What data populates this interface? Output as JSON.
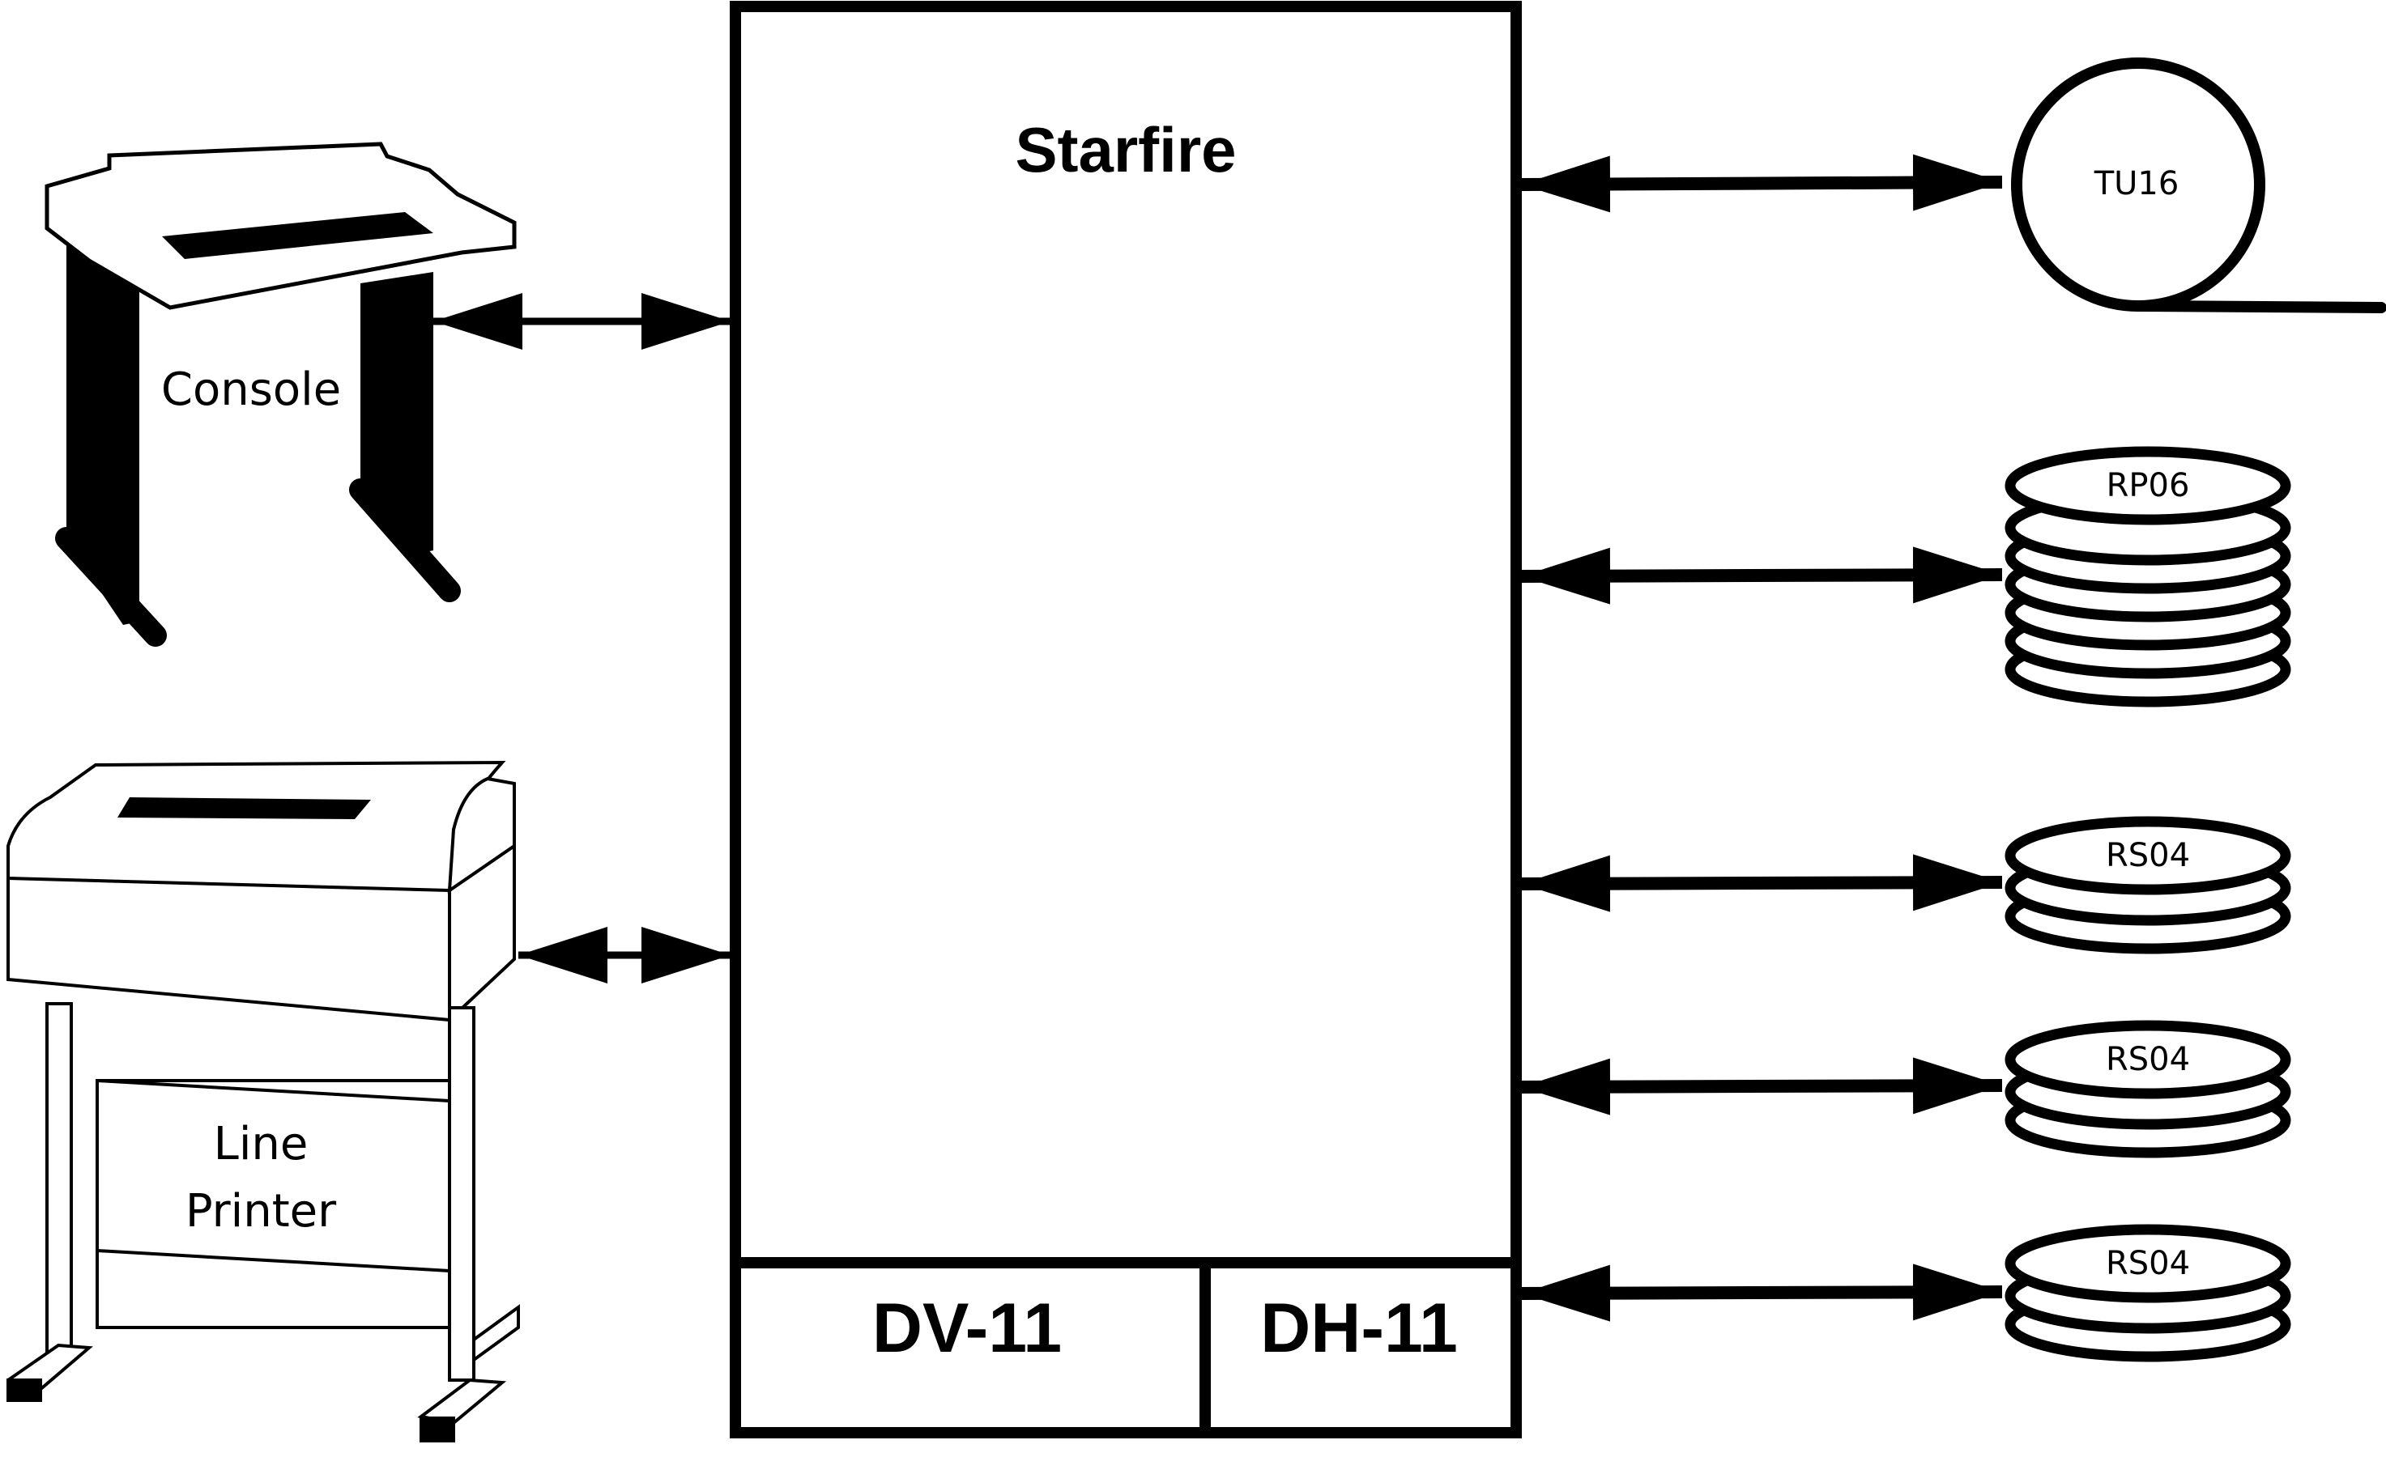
{
  "system": {
    "title": "Starfire",
    "modules": [
      "DV-11",
      "DH-11"
    ]
  },
  "peripherals_left": {
    "console": "Console",
    "line_printer": [
      "Line",
      "Printer"
    ]
  },
  "peripherals_right": {
    "tape": "TU16",
    "disks": [
      "RP06",
      "RS04",
      "RS04",
      "RS04"
    ]
  }
}
